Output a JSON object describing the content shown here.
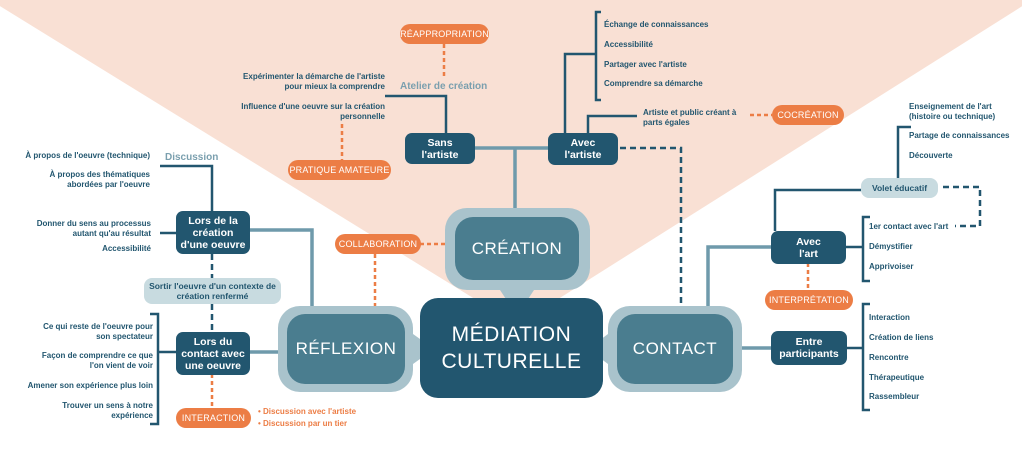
{
  "colors": {
    "dark_blue": "#22566f",
    "mid_blue": "#4a7d8f",
    "halo": "#a9c3cc",
    "light_box": "#c8dbe0",
    "orange": "#ec7d45",
    "peach": "#f9e0d4",
    "line": "#6f9aab"
  },
  "center": {
    "label": "MÉDIATION\nCULTURELLE"
  },
  "creation": {
    "label": "CRÉATION",
    "sans_artiste": {
      "label": "Sans\nl'artiste",
      "context": "Atelier de création",
      "mode": "RÉAPPROPRIATION",
      "mode2": "PRATIQUE AMATEURE",
      "items": [
        "Expérimenter la démarche de l'artiste\npour mieux la comprendre",
        "Influence d'une oeuvre sur la création\npersonnelle"
      ]
    },
    "avec_artiste": {
      "label": "Avec\nl'artiste",
      "items": [
        "Échange de connaissances",
        "Accessibilité",
        "Partager avec l'artiste",
        "Comprendre sa démarche"
      ],
      "equal": "Artiste et public créant à\nparts égales",
      "mode": "COCRÉATION"
    }
  },
  "reflexion": {
    "label": "RÉFLEXION",
    "mode": "COLLABORATION",
    "lors_creation": {
      "label": "Lors de la\ncréation\nd'une oeuvre",
      "context": "Discussion",
      "items_top": [
        "À propos de  l'oeuvre (technique)",
        "À propos des thématiques\nabordées par l'oeuvre"
      ],
      "items_bottom": [
        "Donner du sens au processus\nautant qu'au résultat",
        "Accessibilité"
      ]
    },
    "bridge": "Sortir l'oeuvre d'un contexte de\ncréation renfermé",
    "lors_contact": {
      "label": "Lors du\ncontact avec\nune oeuvre",
      "items": [
        "Ce qui reste de l'oeuvre pour\nson spectateur",
        "Façon de comprendre ce que\nl'on vient de voir",
        "Amener son expérience plus loin",
        "Trouver un sens à notre\nexpérience"
      ],
      "mode": "INTERACTION",
      "bullets": [
        "Discussion avec l'artiste",
        "Discussion par un tier"
      ]
    }
  },
  "contact": {
    "label": "CONTACT",
    "avec_art": {
      "label": "Avec\nl'art",
      "mode": "INTERPRÉTATION",
      "volet": "Volet éducatif",
      "volet_items": [
        "Enseignement de l'art\n (histoire ou technique)",
        "Partage de connaissances",
        "Découverte"
      ],
      "items": [
        "1er contact avec l'art",
        "Démystifier",
        "Apprivoiser"
      ]
    },
    "entre": {
      "label": "Entre\nparticipants",
      "items": [
        "Interaction",
        "Création de liens",
        "Rencontre",
        "Thérapeutique",
        "Rassembleur"
      ]
    }
  }
}
